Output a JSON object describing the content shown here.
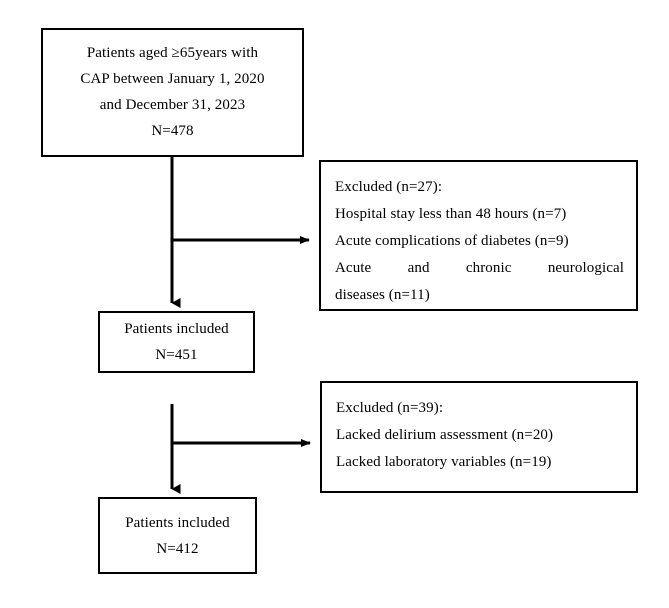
{
  "figure": {
    "type": "flowchart",
    "orientation": "vertical",
    "stroke_color": "#000000",
    "background_color": "#ffffff"
  },
  "nodes": {
    "cohort": {
      "id": "cohort-box",
      "lines": [
        "Patients aged  ≥65years with",
        "CAP between January 1, 2020",
        "and December 31, 2023",
        "N=478"
      ],
      "count_label": "N=478",
      "count": 478
    },
    "excluded_1": {
      "id": "excluded-box-1",
      "heading": "Excluded (n=27):",
      "total": 27,
      "reasons": [
        {
          "text": "Hospital stay less than 48 hours (n=7)",
          "n": 7
        },
        {
          "text": "Acute complications of diabetes (n=9)",
          "n": 9
        },
        {
          "text": "Acute and chronic neurological",
          "n": 11
        },
        {
          "text": "diseases (n=11)",
          "n": 11
        }
      ],
      "reason_line_3a": "Acute and chronic neurological",
      "reason_line_3b": "diseases (n=11)"
    },
    "included_451": {
      "id": "included-box-451",
      "lines": [
        "Patients included",
        "N=451"
      ],
      "count_label": "N=451",
      "count": 451
    },
    "excluded_2": {
      "id": "excluded-box-2",
      "heading": "Excluded (n=39):",
      "total": 39,
      "reasons": [
        {
          "text": "Lacked delirium assessment (n=20)",
          "n": 20
        },
        {
          "text": "Lacked laboratory variables (n=19)",
          "n": 19
        }
      ]
    },
    "included_412": {
      "id": "included-box-412",
      "lines": [
        "Patients included",
        "N=412"
      ],
      "count_label": "N=412",
      "count": 412
    }
  },
  "edges": [
    {
      "name": "cohort-to-excluded-1",
      "kind": "elbow-right-arrow"
    },
    {
      "name": "cohort-to-included-451",
      "kind": "down-arrow"
    },
    {
      "name": "included-451-to-excluded-2",
      "kind": "elbow-right-arrow"
    },
    {
      "name": "included-451-to-included-412",
      "kind": "down-arrow"
    }
  ]
}
